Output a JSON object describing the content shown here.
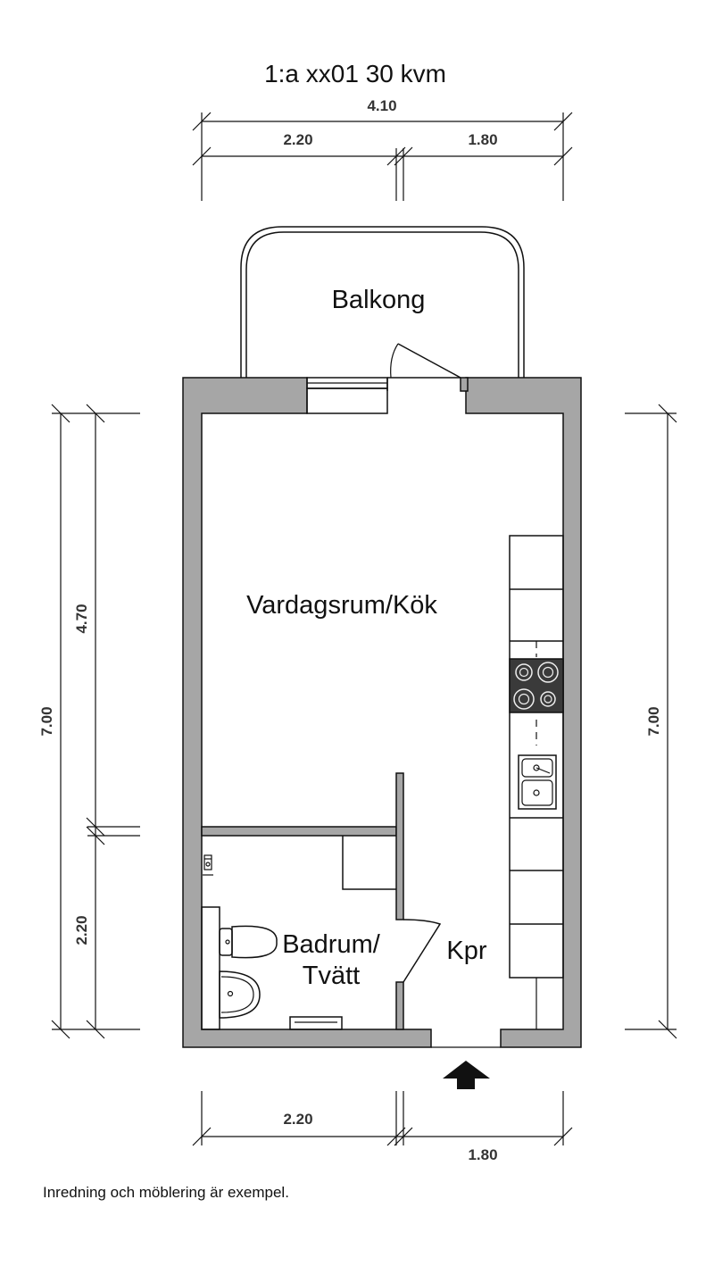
{
  "title": "1:a xx01 30 kvm",
  "rooms": {
    "balcony": "Balkong",
    "living_kitchen": "Vardagsrum/Kök",
    "bathroom_line1": "Badrum/",
    "bathroom_line2": "Tvätt",
    "closet": "Kpr"
  },
  "dimensions": {
    "top_total": "4.10",
    "top_left": "2.20",
    "top_right": "1.80",
    "bottom_left": "2.20",
    "bottom_right": "1.80",
    "left_total": "7.00",
    "left_upper": "4.70",
    "left_lower": "2.20",
    "right_total": "7.00"
  },
  "note": "Inredning och möblering är exempel.",
  "colors": {
    "wall": "#a6a6a6",
    "line": "#111111"
  },
  "icons": {
    "entrance": "entrance-arrow-icon"
  }
}
